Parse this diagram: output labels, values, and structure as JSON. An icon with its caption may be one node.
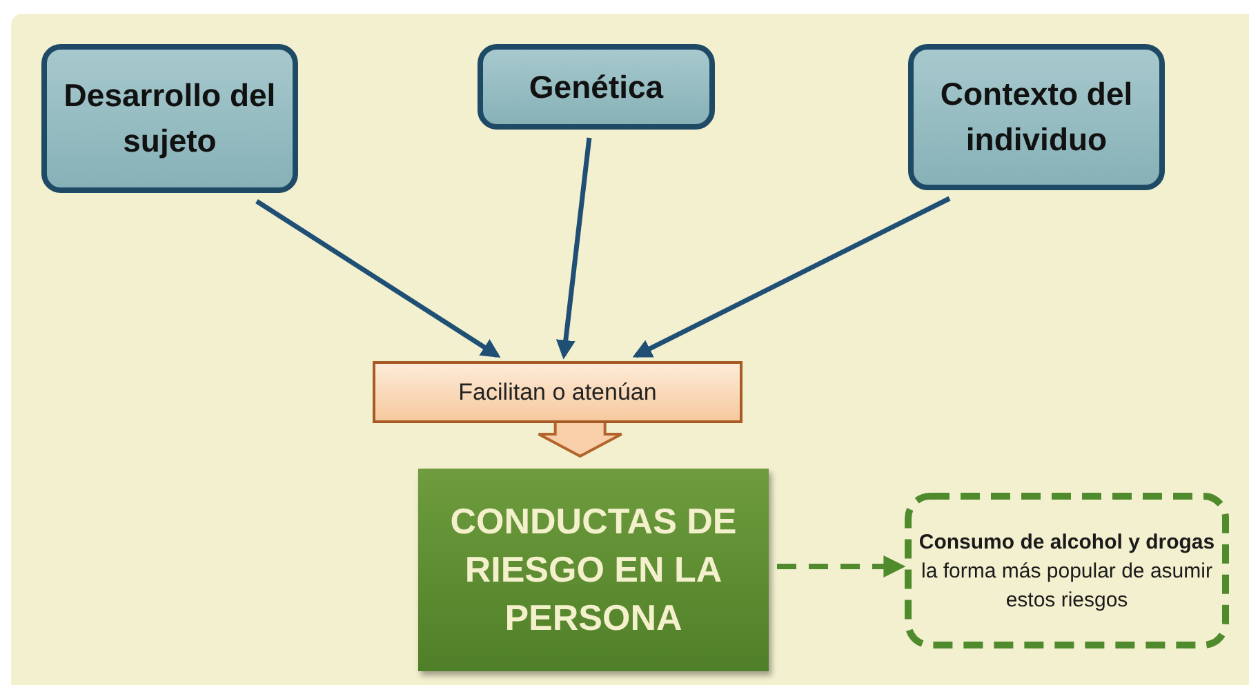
{
  "diagram": {
    "nodes": [
      {
        "text": [
          "Desarrollo del sujeto"
        ]
      },
      {
        "text": [
          "Genética"
        ]
      },
      {
        "text": [
          "Contexto del individuo"
        ]
      },
      {
        "text": [
          "Facilitan o atenúan"
        ]
      },
      {
        "text": [
          "CONDUCTAS DE RIESGO EN LA PERSONA"
        ]
      },
      {
        "text": [
          "**Consumo de alcohol y drogas** la forma más popular de asumir estos riesgos"
        ]
      }
    ],
    "edges": [
      {
        "from": 0,
        "to": 3,
        "arrow": "to"
      },
      {
        "from": 1,
        "to": 3,
        "arrow": "to"
      },
      {
        "from": 2,
        "to": 3,
        "arrow": "to"
      },
      {
        "from": 3,
        "to": 4,
        "arrow": "to",
        "style": "thick",
        "color": "#b3642a"
      },
      {
        "from": 4,
        "to": 5,
        "arrow": "to",
        "style": "dashed",
        "color": "#4f8a2c"
      }
    ]
  }
}
